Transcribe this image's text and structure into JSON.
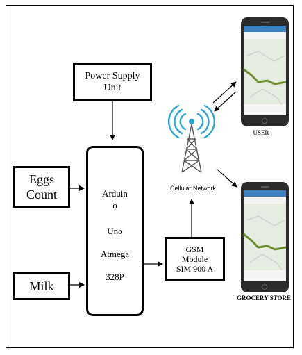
{
  "blocks": {
    "power_supply": [
      "Power Supply",
      "Unit"
    ],
    "eggs": [
      "Eggs",
      "Count"
    ],
    "milk": "Milk",
    "arduino": [
      "Arduin",
      "o",
      "Uno",
      "Atmega",
      "328P"
    ],
    "gsm": [
      "GSM",
      "Module",
      "SIM 900 A"
    ]
  },
  "labels": {
    "cellular_network": "Cellular Network",
    "user": "USER",
    "grocery_store": "GROCERY STORE"
  },
  "colors": {
    "tower_signal": "#2aa6d8",
    "phone_body": "#2b2b2b",
    "map_land": "#e6ece0",
    "route": "#6a8f2a",
    "app_header": "#3c7fc0"
  },
  "icons": [
    "cell-tower-icon",
    "smartphone-icon"
  ]
}
